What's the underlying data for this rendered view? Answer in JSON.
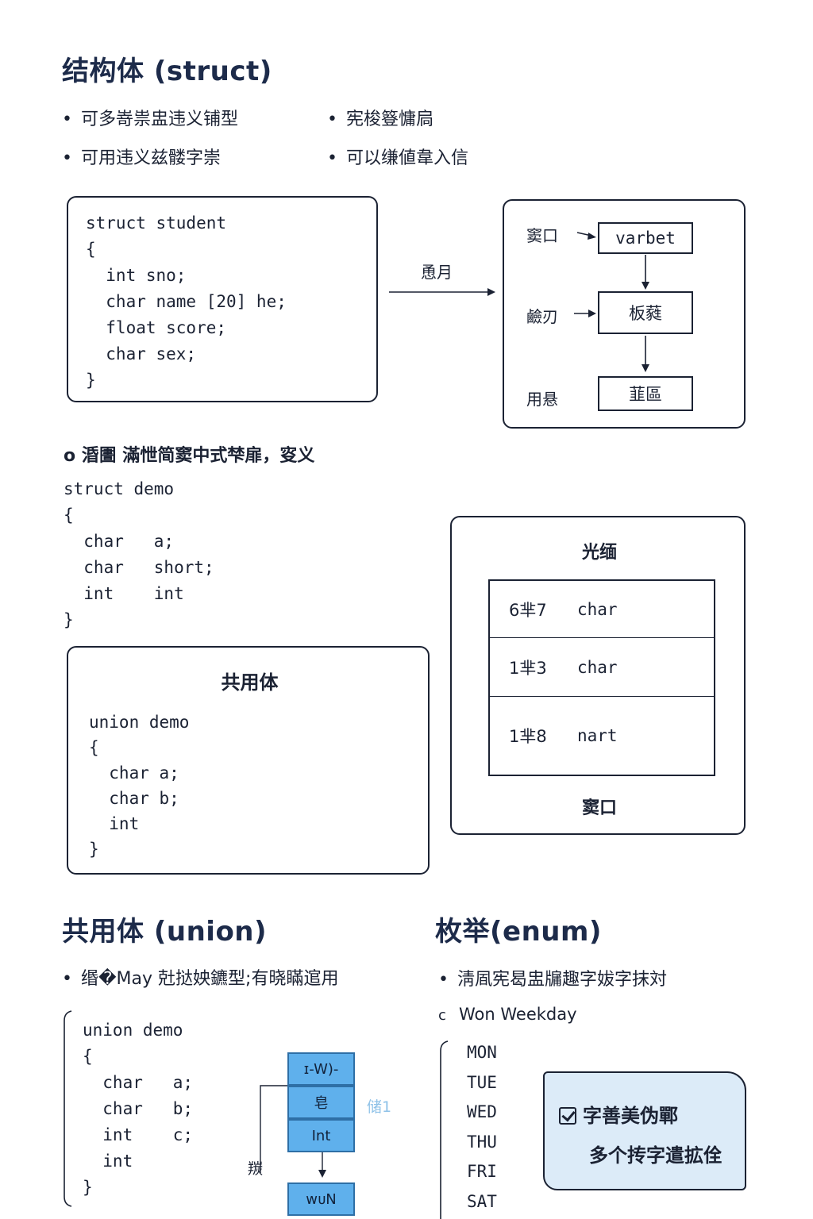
{
  "struct_section": {
    "title": "结构体 (struct)",
    "bullets": [
      "可多嵜祟盅违义铺型",
      "宪梭簦慵扃",
      "可用违义兹髅字崇",
      "可以缣値韋入信"
    ],
    "code_card": {
      "lines": [
        "struct student",
        "{",
        "  int sno;",
        "  char name [20] he;",
        "  float score;",
        "  char sex;",
        "}"
      ]
    },
    "arrow_label": "恿月",
    "flow": {
      "rows": [
        {
          "side_label": "窦口",
          "node": "varbet"
        },
        {
          "side_label": "鹼刃",
          "node": "板蕤"
        },
        {
          "side_label": "用悬",
          "node": "韮區"
        }
      ]
    }
  },
  "demo_section": {
    "heading": "o 涽圕 滿怈简窦中式梺扉，叜义",
    "code_lines": [
      "struct demo",
      "{",
      "  char   a;",
      "  char   short;",
      "  int    int",
      "}"
    ],
    "union_card": {
      "title": "共用体",
      "lines": [
        "union demo",
        "{",
        "  char a;",
        "  char b;",
        "  int",
        "}"
      ]
    },
    "memory_card": {
      "title": "光缅",
      "rows": [
        {
          "offset": "6芈7",
          "type": "char"
        },
        {
          "offset": "1芈3",
          "type": "char"
        },
        {
          "offset": "1芈8",
          "type": "nart"
        }
      ],
      "footer": "窦口"
    }
  },
  "union_section": {
    "title": "共用体 (union)",
    "bullet": "缗�May 兙挞姎鑣型;有晓瞞逭用",
    "code_lines": [
      "union demo",
      "{",
      "  char   a;",
      "  char   b;",
      "  int    c;",
      "  int",
      "}"
    ],
    "memory": {
      "blocks": [
        "ɪ-W)-",
        "皂",
        "Int"
      ],
      "side_label": "储1",
      "pointer_label": "羰",
      "result": "wᴜN"
    }
  },
  "enum_section": {
    "title": "枚举(enum)",
    "bullet": "淸凮宪曷盅牖趣字妭字抹対",
    "sub_item": {
      "marker": "c",
      "text": "Won Weekday"
    },
    "days": [
      "MON",
      "TUE",
      "WED",
      "THU",
      "FRI",
      "SAT"
    ],
    "note": {
      "line1": "字善美伪鄲",
      "line2": "多个抟字遣拡佺"
    }
  },
  "colors": {
    "title": "#1d2b4a",
    "text": "#1b2233",
    "memory_block": "#5fb0ec",
    "memory_side_label": "#8fc2e8",
    "note_bg": "#dcebf8"
  }
}
